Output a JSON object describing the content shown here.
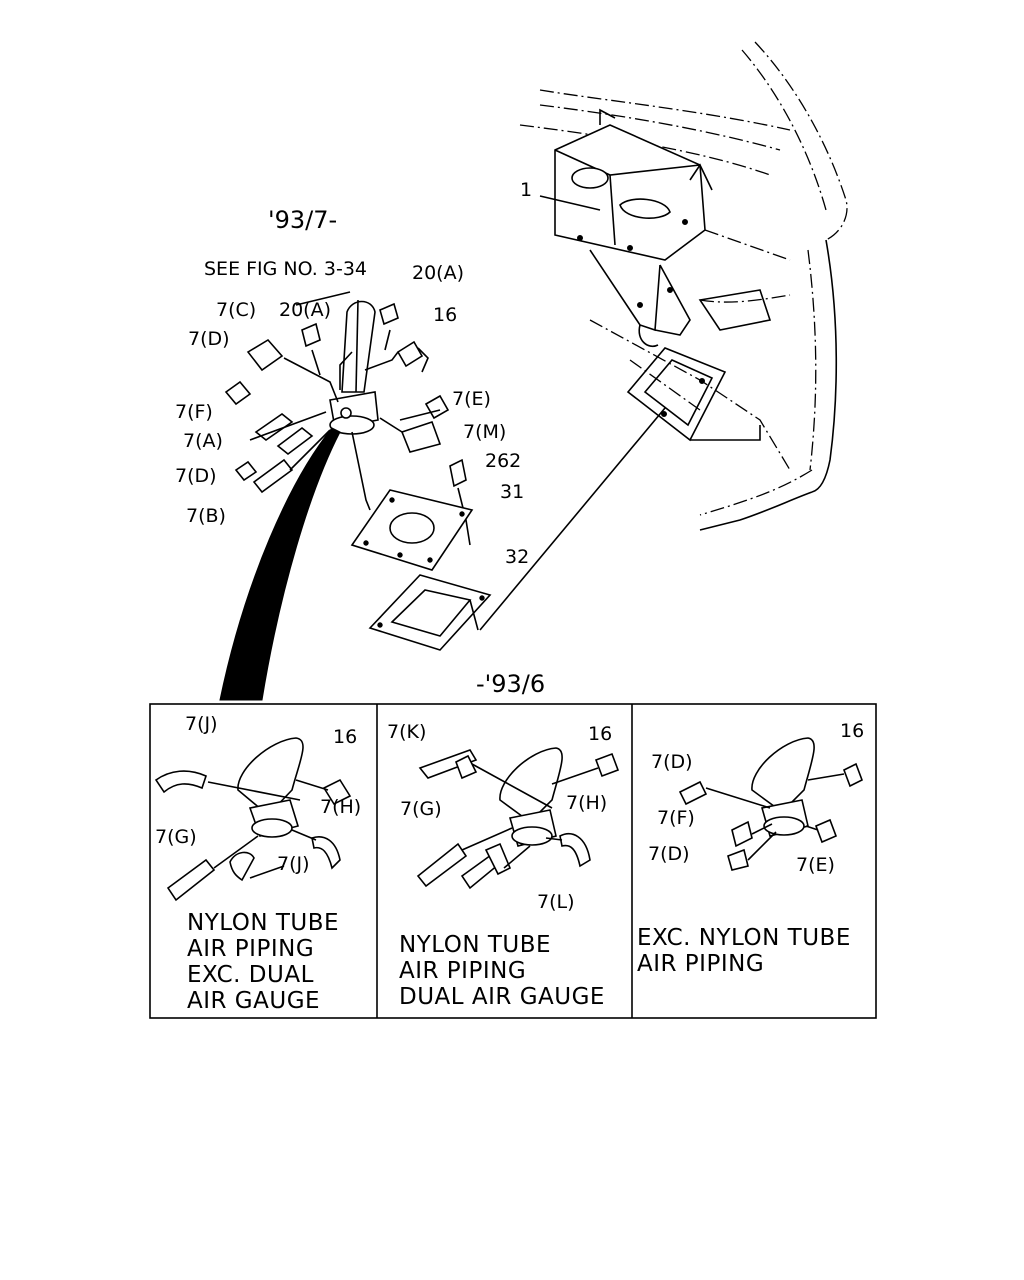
{
  "headers": {
    "top_period": "'93/7-",
    "bottom_period": "-'93/6"
  },
  "top_labels": {
    "see_fig": "SEE FIG NO. 3-34",
    "p20a_right": "20(A)",
    "p20a_left": "20(A)",
    "p7c": "7(C)",
    "p16": "16",
    "p7d_top": "7(D)",
    "p7e": "7(E)",
    "p7m": "7(M)",
    "p7f": "7(F)",
    "p7a": "7(A)",
    "p7d_low": "7(D)",
    "p7b": "7(B)",
    "p262": "262",
    "p31": "31",
    "p32": "32",
    "p1": "1"
  },
  "panels": [
    {
      "labels": [
        "7(J)",
        "16",
        "7(H)",
        "7(G)",
        "7(J)"
      ],
      "caption": [
        "NYLON TUBE",
        "AIR PIPING",
        "EXC. DUAL",
        "AIR GAUGE"
      ]
    },
    {
      "labels": [
        "7(K)",
        "16",
        "7(G)",
        "7(H)",
        "7(L)"
      ],
      "caption": [
        "NYLON TUBE",
        "AIR PIPING",
        "DUAL AIR GAUGE"
      ]
    },
    {
      "labels": [
        "7(D)",
        "16",
        "7(F)",
        "7(D)",
        "7(E)"
      ],
      "caption": [
        "EXC. NYLON TUBE",
        "AIR PIPING"
      ]
    }
  ]
}
